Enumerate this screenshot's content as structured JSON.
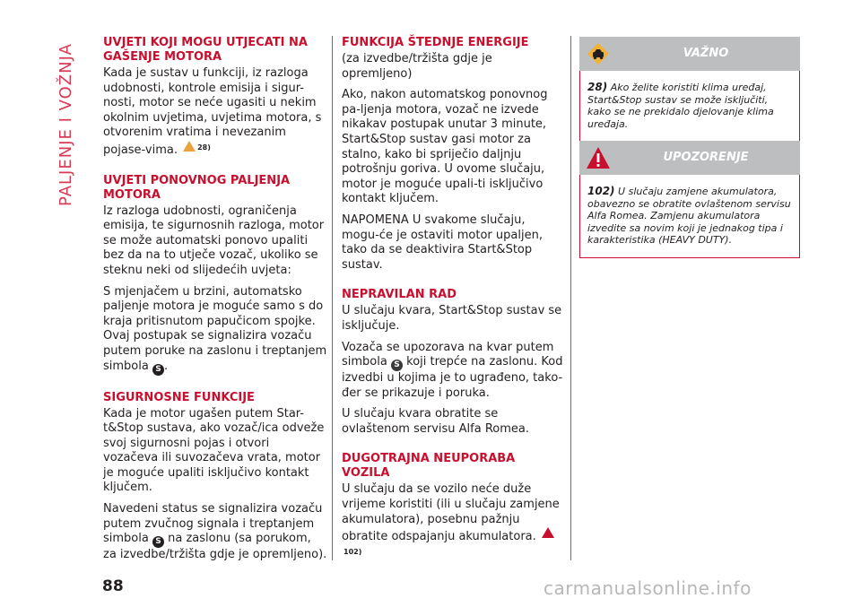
{
  "side_title": "PALJENJE I VOŽNJA",
  "page_number": "88",
  "watermark": "carmanualsonline.info",
  "col1": {
    "h1": "UVJETI KOJI MOGU UTJECATI NA GAŠENJE MOTORA",
    "p1": "Kada je sustav u funkciji, iz razloga udobnosti, kontrole emisija i sigur-nosti, motor se neće ugasiti u nekim okolnim uvjetima, uvjetima motora, s otvorenim vratima i nevezanim pojase-vima.",
    "p1_ref": "28)",
    "h2": "UVJETI PONOVNOG PALJENJA MOTORA",
    "p2": "Iz razloga udobnosti, ograničenja emisija, te sigurnosnih razloga, motor se može automatski ponovo upaliti bez da na to utječe vozač, ukoliko se steknu neki od slijedećih uvjeta:",
    "p3a": "S mjenjačem u brzini, automatsko paljenje motora je moguće samo s do kraja pritisnutom papučicom spojke. Ovaj postupak se signalizira vozaču putem poruke na zaslonu i treptanjem simbola",
    "p3b": ".",
    "h3": "SIGURNOSNE FUNKCIJE",
    "p4": "Kada je motor ugašen putem Star-t&Stop sustava, ako vozač/ica odveže svoj sigurnosni pojas i otvori vozačeva ili suvozačeva vrata, motor je moguće upaliti isključivo kontakt ključem.",
    "p5a": "Navedeni status se signalizira vozaču putem zvučnog signala i treptanjem simbola",
    "p5b": "na zaslonu (sa porukom, za izvedbe/tržišta gdje je opremljeno)."
  },
  "col2": {
    "h1": "FUNKCIJA ŠTEDNJE ENERGIJE",
    "p0": "(za izvedbe/tržišta gdje je opremljeno)",
    "p1": "Ako, nakon automatskog ponovnog pa-ljenja motora, vozač ne izvede nikakav postupak unutar 3 minute, Start&Stop sustav gasi motor za stalno, kako bi spriječio daljnju potrošnju goriva. U ovome slučaju, motor je moguće upali-ti isključivo kontakt ključem.",
    "p2": "NAPOMENA U svakome slučaju, mogu-će je ostaviti motor upaljen, tako da se deaktivira Start&Stop sustav.",
    "h2": "NEPRAVILAN RAD",
    "p3": "U slučaju kvara, Start&Stop sustav se isključuje.",
    "p4a": "Vozača se upozorava na kvar putem simbola",
    "p4b": "koji trepće na zaslonu. Kod izvedbi u kojima je to ugrađeno, tako-đer se prikazuje i poruka.",
    "p5": "U slučaju kvara obratite se ovlaštenom servisu Alfa Romea.",
    "h3": "DUGOTRAJNA NEUPORABA VOZILA",
    "p6": "U slučaju da se vozilo neće duže vrijeme koristiti (ili u slučaju zamjene akumulatora), posebnu pažnju obratite odspajanju akumulatora.",
    "p6_ref": "102)"
  },
  "box1": {
    "title": "VAŽNO",
    "num": "28)",
    "text": "Ako želite koristiti klima uređaj, Start&Stop sustav se može isključiti, kako se ne prekidalo djelovanje klima uređaja."
  },
  "box2": {
    "title": "UPOZORENJE",
    "num": "102)",
    "text": "U slučaju zamjene akumulatora, obavezno se obratite ovlaštenom servisu Alfa Romea. Zamjenu akumulatora izvedite sa novim koji je jednakog tipa i karakteristika (HEAVY DUTY)."
  },
  "symbol_glyph": "S",
  "colors": {
    "accent": "#c8102e",
    "side": "#d93b55",
    "panel": "#bcbec0"
  }
}
